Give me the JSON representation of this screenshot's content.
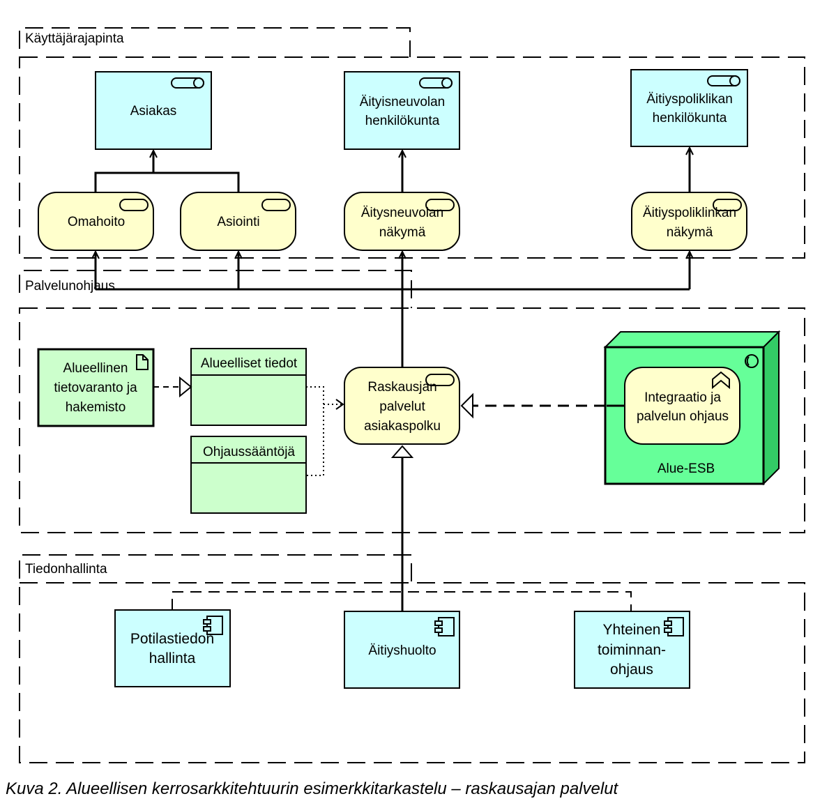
{
  "layers": {
    "ui": "Käyttäjärajapinta",
    "service": "Palvelunohjaus",
    "data": "Tiedonhallinta"
  },
  "nodes": {
    "asiakas": "Asiakas",
    "neuvola_staff": [
      "Äityisneuvolan",
      "henkilökunta"
    ],
    "poliklinikka_staff": [
      "Äitiyspoliklikan",
      "henkilökunta"
    ],
    "omahoito": "Omahoito",
    "asiointi": "Asiointi",
    "neuvola_view": [
      "Äitysneuvolan",
      "näkymä"
    ],
    "poliklinikka_view": [
      "Äitiyspoliklinkan",
      "näkymä"
    ],
    "repository": [
      "Alueellinen",
      "tietovaranto ja",
      "hakemisto"
    ],
    "regional_data": "Alueelliset tiedot",
    "rules": "Ohjaussääntöjä",
    "pregnancy_services": [
      "Raskausjan",
      "palvelut",
      "asiakaspolku"
    ],
    "integration": [
      "Integraatio ja",
      "palvelun ohjaus"
    ],
    "esb": "Alue-ESB",
    "patient_data": [
      "Potilastiedon",
      "hallinta"
    ],
    "maternity_care": "Äitiyshuolto",
    "common_ops": [
      "Yhteinen",
      "toiminnan-",
      "ohjaus"
    ]
  },
  "colors": {
    "actor_fill": "#ccffff",
    "service_fill": "#ffffcc",
    "data_fill": "#ccffcc",
    "node_fill": "#66ff99",
    "node_side": "#33cc66",
    "stroke": "#000000"
  },
  "caption": "Kuva 2. Alueellisen kerrosarkkitehtuurin esimerkkitarkastelu – raskausajan palvelut"
}
